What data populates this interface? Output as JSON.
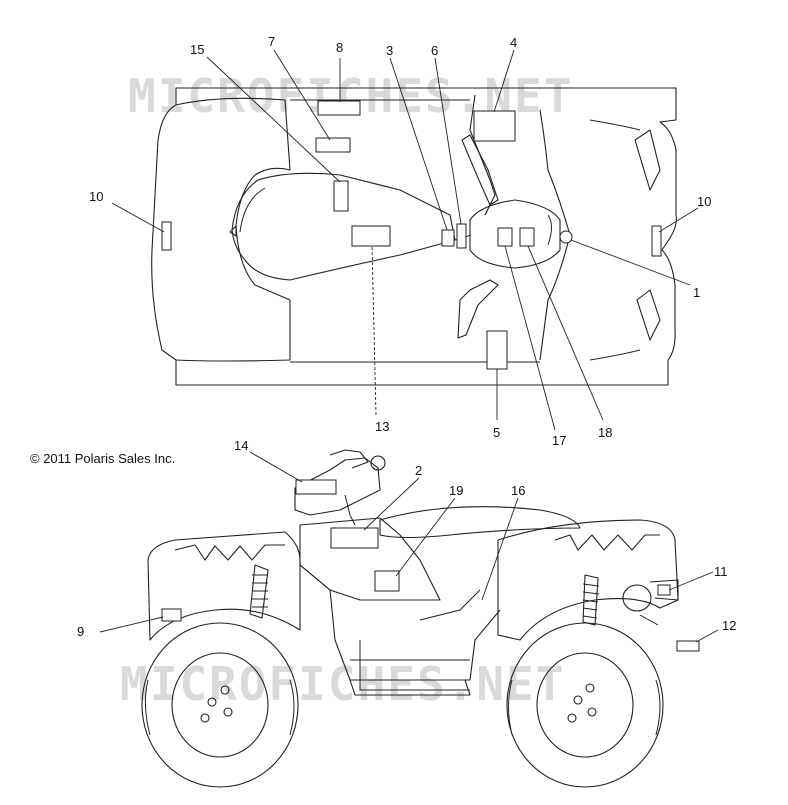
{
  "copyright": "© 2011 Polaris Sales Inc.",
  "watermark": "MICROFICHES.NET",
  "callouts": {
    "c1": "1",
    "c2": "2",
    "c3": "3",
    "c4": "4",
    "c5": "5",
    "c6": "6",
    "c7": "7",
    "c8": "8",
    "c9": "9",
    "c10a": "10",
    "c10b": "10",
    "c11": "11",
    "c12": "12",
    "c13": "13",
    "c14": "14",
    "c15": "15",
    "c16": "16",
    "c17": "17",
    "c18": "18",
    "c19": "19"
  },
  "colors": {
    "line": "#222222",
    "watermark": "#d9d9d9",
    "background": "#ffffff"
  }
}
